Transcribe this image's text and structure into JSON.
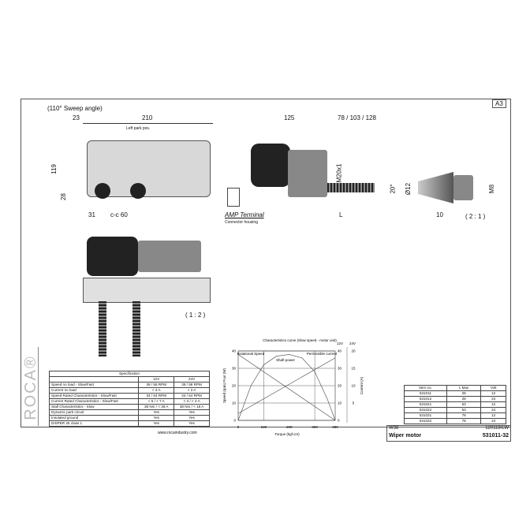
{
  "sheet": {
    "size": "A3",
    "brand": "ROCA®",
    "sweep": "(110° Sweep angle)",
    "footer": "www.rocaindustry.com"
  },
  "dims": {
    "d23": "23",
    "d210": "210",
    "d119": "119",
    "d28": "28",
    "d31": "31",
    "dcc": "c-c 60",
    "park": "Left park pos.",
    "d125": "125",
    "d78": "78 / 103 / 128",
    "m20": "M20x1",
    "d20": "20°",
    "dL": "L",
    "d12": "Ø12",
    "m8": "M8",
    "d10": "10",
    "scale21": "( 2 : 1 )",
    "scale12": "( 1 : 2 )",
    "amp": "AMP Terminal",
    "amp_sub": "Connector housing"
  },
  "spec": {
    "title": "Specification",
    "cols": [
      "",
      "12V",
      "24V"
    ],
    "rows": [
      [
        "Speed no load - Slow/Fast",
        "39 / 58 RPM",
        "39 / 58 RPM"
      ],
      [
        "Current no load",
        "< 3 A",
        "< 2 A"
      ],
      [
        "Speed Rated Characteristics - Slow/Fast",
        "34 / 54 RPM",
        "34 / 54 RPM"
      ],
      [
        "Current Rated Characteristics - Slow/Fast",
        "< 5 / < 7 A",
        "< 3 / < 4 A"
      ],
      [
        "Stall Characteristics - Slow",
        "38 Nm / < 36 A",
        "38 Nm / < 18 A"
      ],
      [
        "Dynamic park circuit",
        "Yes",
        "Yes"
      ],
      [
        "Insulated ground",
        "Yes",
        "Yes"
      ],
      [
        "DISPER 25 class 1",
        "Yes",
        "Yes"
      ]
    ]
  },
  "chart_data": {
    "type": "line",
    "title": "Characteristics curve (Slow speed - motor unit)",
    "xlabel": "Torque (kgf.cm)",
    "ylabel": "Speed (rpm) Pout (W)",
    "y2label": "Current (A)",
    "y2_header": [
      "12V",
      "24V"
    ],
    "xlim": [
      0,
      380
    ],
    "ylim": [
      0,
      40
    ],
    "xticks": [
      0,
      100,
      200,
      300,
      380
    ],
    "yticks": [
      0,
      10,
      20,
      30,
      40
    ],
    "y2ticks_24V": [
      5,
      10,
      15,
      20
    ],
    "series": [
      {
        "name": "Rotational Speed",
        "x": [
          0,
          380
        ],
        "y": [
          38,
          0
        ]
      },
      {
        "name": "Shaft power",
        "x": [
          0,
          50,
          100,
          150,
          200,
          250,
          300,
          350,
          380
        ],
        "y": [
          0,
          20,
          32,
          37,
          38,
          36,
          28,
          12,
          0
        ]
      },
      {
        "name": "Permissible current",
        "x": [
          0,
          380
        ],
        "y": [
          4,
          36
        ]
      }
    ],
    "grid": true
  },
  "items": {
    "cols": [
      "Item no.",
      "L Max",
      "Volt"
    ],
    "rows": [
      [
        "531011",
        "28",
        "12"
      ],
      [
        "531012",
        "28",
        "24"
      ],
      [
        "531021",
        "53",
        "12"
      ],
      [
        "531022",
        "53",
        "24"
      ],
      [
        "531031",
        "78",
        "12"
      ],
      [
        "531032",
        "78",
        "24"
      ]
    ]
  },
  "titleblock": {
    "code": "W38",
    "ref": "120119/LW",
    "name": "Wiper motor",
    "number": "531011-32"
  }
}
